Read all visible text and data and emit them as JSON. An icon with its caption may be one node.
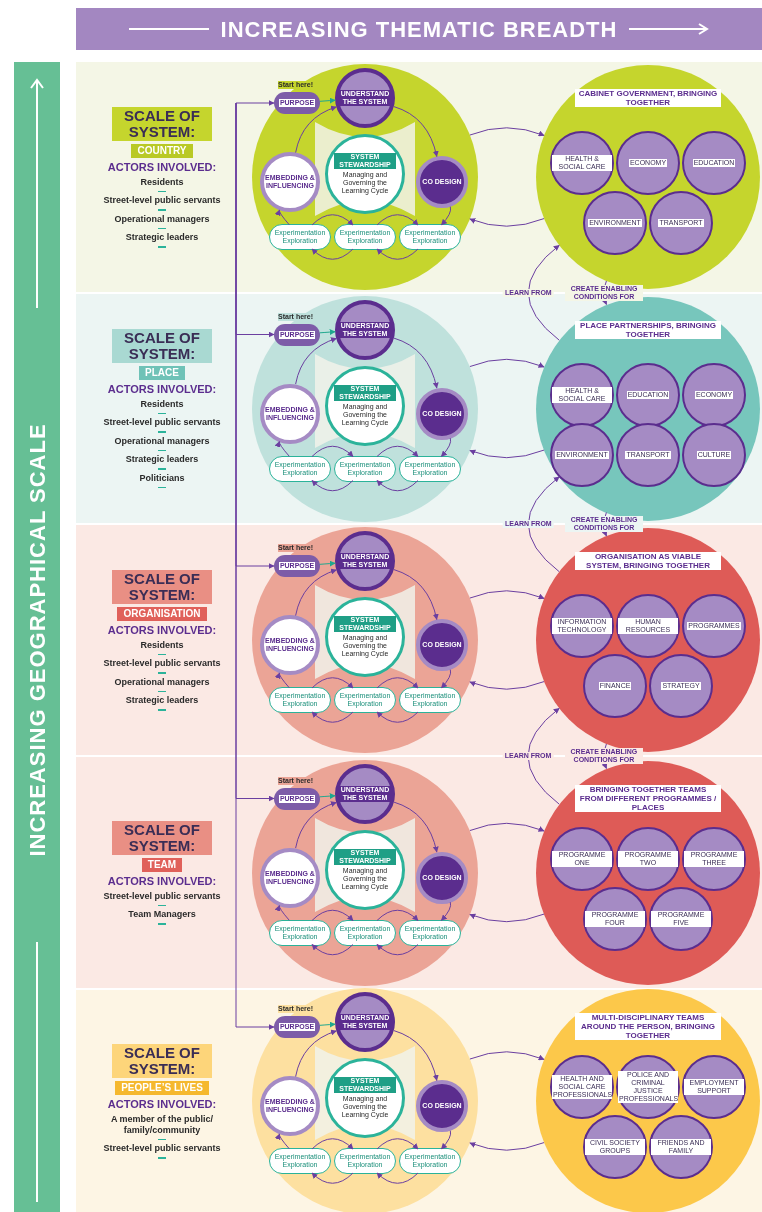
{
  "diagram": {
    "nodes": [
      {
        "text": [
          "SCALE OF SYSTEM:",
          "ACTORS INVOLVED:",
          "Residents",
          "Street-level public servants",
          "Operational managers",
          "Strategic leaders"
        ]
      },
      {
        "text": [
          "COUNTRY"
        ],
        "in": 0
      },
      {
        "text": [],
        "shape": "circle",
        "in": 0
      },
      {
        "text": [
          "PURPOSE"
        ],
        "in": 2,
        "beside": [
          "Start here!"
        ]
      },
      {
        "text": [
          "UNDERSTAND THE SYSTEM"
        ],
        "in": 2
      },
      {
        "text": [
          "EMBEDDING & INFLUENCING"
        ],
        "in": 2
      },
      {
        "text": [
          "SYSTEM STEWARDSHIP",
          "Managing and Governing the Learning Cycle"
        ],
        "in": 2
      },
      {
        "text": [
          "CO DESIGN"
        ],
        "in": 2
      },
      {
        "text": [
          "Experimentation Exploration"
        ],
        "in": 2
      },
      {
        "text": [
          "Experimentation Exploration"
        ],
        "in": 2
      },
      {
        "text": [
          "Experimentation Exploration"
        ],
        "in": 2
      },
      {
        "text": [
          "CABINET GOVERNMENT, BRINGING TOGETHER"
        ],
        "in": 0
      },
      {
        "text": [
          "HEALTH & SOCIAL CARE"
        ],
        "in": 11
      },
      {
        "text": [
          "ECONOMY"
        ],
        "in": 11
      },
      {
        "text": [
          "EDUCATION"
        ],
        "in": 11
      },
      {
        "text": [
          "ENVIRONMENT"
        ],
        "in": 11
      },
      {
        "text": [
          "TRANSPORT"
        ],
        "in": 11
      },
      {
        "text": [
          "SCALE OF SYSTEM:",
          "ACTORS INVOLVED:",
          "Residents",
          "Street-level public servants",
          "Operational managers",
          "Strategic leaders",
          "Politicians"
        ]
      },
      {
        "text": [
          "PLACE"
        ],
        "in": 17
      },
      {
        "text": [],
        "shape": "circle",
        "in": 17
      },
      {
        "text": [
          "PURPOSE"
        ],
        "in": 19,
        "beside": [
          "Start here!"
        ]
      },
      {
        "text": [
          "UNDERSTAND THE SYSTEM"
        ],
        "in": 19
      },
      {
        "text": [
          "EMBEDDING & INFLUENCING"
        ],
        "in": 19
      },
      {
        "text": [
          "SYSTEM STEWARDSHIP",
          "Managing and Governing the Learning Cycle"
        ],
        "in": 19
      },
      {
        "text": [
          "CO DESIGN"
        ],
        "in": 19
      },
      {
        "text": [
          "Experimentation Exploration"
        ],
        "in": 19
      },
      {
        "text": [
          "Experimentation Exploration"
        ],
        "in": 19
      },
      {
        "text": [
          "Experimentation Exploration"
        ],
        "in": 19
      },
      {
        "text": [
          "PLACE PARTNERSHIPS, BRINGING TOGETHER"
        ],
        "in": 17
      },
      {
        "text": [
          "HEALTH & SOCIAL CARE"
        ],
        "in": 28
      },
      {
        "text": [
          "EDUCATION"
        ],
        "in": 28
      },
      {
        "text": [
          "ECONOMY"
        ],
        "in": 28
      },
      {
        "text": [
          "ENVIRONMENT"
        ],
        "in": 28
      },
      {
        "text": [
          "TRANSPORT"
        ],
        "in": 28
      },
      {
        "text": [
          "CULTURE"
        ],
        "in": 28
      },
      {
        "text": [
          "SCALE OF SYSTEM:",
          "ACTORS INVOLVED:",
          "Residents",
          "Street-level public servants",
          "Operational managers",
          "Strategic leaders"
        ]
      },
      {
        "text": [
          "ORGANISATION"
        ],
        "in": 35
      },
      {
        "text": [],
        "shape": "circle",
        "in": 35
      },
      {
        "text": [
          "PURPOSE"
        ],
        "in": 37,
        "beside": [
          "Start here!"
        ]
      },
      {
        "text": [
          "UNDERSTAND THE SYSTEM"
        ],
        "in": 37
      },
      {
        "text": [
          "EMBEDDING & INFLUENCING"
        ],
        "in": 37
      },
      {
        "text": [
          "SYSTEM STEWARDSHIP",
          "Managing and Governing the Learning Cycle"
        ],
        "in": 37
      },
      {
        "text": [
          "CO DESIGN"
        ],
        "in": 37
      },
      {
        "text": [
          "Experimentation Exploration"
        ],
        "in": 37
      },
      {
        "text": [
          "Experimentation Exploration"
        ],
        "in": 37
      },
      {
        "text": [
          "Experimentation Exploration"
        ],
        "in": 37
      },
      {
        "text": [
          "ORGANISATION AS VIABLE SYSTEM, BRINGING TOGETHER"
        ],
        "in": 35
      },
      {
        "text": [
          "INFORMATION TECHNOLOGY"
        ],
        "in": 46
      },
      {
        "text": [
          "HUMAN RESOURCES"
        ],
        "in": 46
      },
      {
        "text": [
          "PROGRAMMES"
        ],
        "in": 46
      },
      {
        "text": [
          "FINANCE"
        ],
        "in": 46
      },
      {
        "text": [
          "STRATEGY"
        ],
        "in": 46
      },
      {
        "text": [
          "SCALE OF SYSTEM:",
          "ACTORS INVOLVED:",
          "Street-level public servants",
          "Team Managers"
        ]
      },
      {
        "text": [
          "TEAM"
        ],
        "in": 52
      },
      {
        "text": [],
        "shape": "circle",
        "in": 52
      },
      {
        "text": [
          "PURPOSE"
        ],
        "in": 54,
        "beside": [
          "Start here!"
        ]
      },
      {
        "text": [
          "UNDERSTAND THE SYSTEM"
        ],
        "in": 54
      },
      {
        "text": [
          "EMBEDDING & INFLUENCING"
        ],
        "in": 54
      },
      {
        "text": [
          "SYSTEM STEWARDSHIP",
          "Managing and Governing the Learning Cycle"
        ],
        "in": 54
      },
      {
        "text": [
          "CO DESIGN"
        ],
        "in": 54
      },
      {
        "text": [
          "Experimentation Exploration"
        ],
        "in": 54
      },
      {
        "text": [
          "Experimentation Exploration"
        ],
        "in": 54
      },
      {
        "text": [
          "Experimentation Exploration"
        ],
        "in": 54
      },
      {
        "text": [
          "BRINGING TOGETHER TEAMS FROM DIFFERENT PROGRAMMES / PLACES"
        ],
        "in": 52
      },
      {
        "text": [
          "PROGRAMME ONE"
        ],
        "in": 63
      },
      {
        "text": [
          "PROGRAMME TWO"
        ],
        "in": 63
      },
      {
        "text": [
          "PROGRAMME THREE"
        ],
        "in": 63
      },
      {
        "text": [
          "PROGRAMME FOUR"
        ],
        "in": 63
      },
      {
        "text": [
          "PROGRAMME FIVE"
        ],
        "in": 63
      },
      {
        "text": [
          "SCALE OF SYSTEM:",
          "ACTORS INVOLVED:",
          "A member of the public/ family/community",
          "Street-level public servants"
        ]
      },
      {
        "text": [
          "PEOPLE’S LIVES"
        ],
        "in": 69
      },
      {
        "text": [],
        "shape": "circle",
        "in": 69
      },
      {
        "text": [
          "PURPOSE"
        ],
        "in": 71,
        "beside": [
          "Start here!"
        ]
      },
      {
        "text": [
          "UNDERSTAND THE SYSTEM"
        ],
        "in": 71
      },
      {
        "text": [
          "EMBEDDING & INFLUENCING"
        ],
        "in": 71
      },
      {
        "text": [
          "SYSTEM STEWARDSHIP",
          "Managing and Governing the Learning Cycle"
        ],
        "in": 71
      },
      {
        "text": [
          "CO DESIGN"
        ],
        "in": 71
      },
      {
        "text": [
          "Experimentation Exploration"
        ],
        "in": 71
      },
      {
        "text": [
          "Experimentation Exploration"
        ],
        "in": 71
      },
      {
        "text": [
          "Experimentation Exploration"
        ],
        "in": 71
      },
      {
        "text": [
          "MULTI-DISCIPLINARY TEAMS AROUND THE PERSON, BRINGING TOGETHER"
        ],
        "in": 69
      },
      {
        "text": [
          "HEALTH AND SOCIAL CARE PROFESSIONALS"
        ],
        "in": 80
      },
      {
        "text": [
          "POLICE AND CRIMINAL JUSTICE PROFESSIONALS"
        ],
        "in": 80
      },
      {
        "text": [
          "EMPLOYMENT SUPPORT"
        ],
        "in": 80
      },
      {
        "text": [
          "CIVIL SOCIETY GROUPS"
        ],
        "in": 80
      },
      {
        "text": [
          "FRIENDS AND FAMILY"
        ],
        "in": 80
      }
    ],
    "edges": [
      {
        "from": null,
        "to": 3,
        "arrow": "to"
      },
      {
        "from": 3,
        "to": 4,
        "arrow": "to",
        "color": "#1fa88e"
      },
      {
        "from": 4,
        "to": 7,
        "arrow": "to"
      },
      {
        "from": 7,
        "to": 10,
        "arrow": "to"
      },
      {
        "from": 8,
        "to": 9,
        "arrow": "to"
      },
      {
        "from": 9,
        "to": 10,
        "arrow": "to"
      },
      {
        "from": 10,
        "to": 9,
        "arrow": "to"
      },
      {
        "from": 9,
        "to": 8,
        "arrow": "to"
      },
      {
        "from": 8,
        "to": 5,
        "arrow": "to"
      },
      {
        "from": 5,
        "to": 4,
        "arrow": "to"
      },
      {
        "from": 2,
        "to": 11,
        "arrow": "to"
      },
      {
        "from": 11,
        "to": 2,
        "arrow": "to"
      },
      {
        "from": null,
        "to": 20,
        "arrow": "to"
      },
      {
        "from": 20,
        "to": 21,
        "arrow": "to",
        "color": "#1fa88e"
      },
      {
        "from": 21,
        "to": 24,
        "arrow": "to"
      },
      {
        "from": 24,
        "to": 27,
        "arrow": "to"
      },
      {
        "from": 25,
        "to": 26,
        "arrow": "to"
      },
      {
        "from": 26,
        "to": 27,
        "arrow": "to"
      },
      {
        "from": 27,
        "to": 26,
        "arrow": "to"
      },
      {
        "from": 26,
        "to": 25,
        "arrow": "to"
      },
      {
        "from": 25,
        "to": 22,
        "arrow": "to"
      },
      {
        "from": 22,
        "to": 21,
        "arrow": "to"
      },
      {
        "from": 19,
        "to": 28,
        "arrow": "to"
      },
      {
        "from": 28,
        "to": 19,
        "arrow": "to"
      },
      {
        "from": null,
        "to": 38,
        "arrow": "to"
      },
      {
        "from": 38,
        "to": 39,
        "arrow": "to",
        "color": "#1fa88e"
      },
      {
        "from": 39,
        "to": 42,
        "arrow": "to"
      },
      {
        "from": 42,
        "to": 45,
        "arrow": "to"
      },
      {
        "from": 43,
        "to": 44,
        "arrow": "to"
      },
      {
        "from": 44,
        "to": 45,
        "arrow": "to"
      },
      {
        "from": 45,
        "to": 44,
        "arrow": "to"
      },
      {
        "from": 44,
        "to": 43,
        "arrow": "to"
      },
      {
        "from": 43,
        "to": 40,
        "arrow": "to"
      },
      {
        "from": 40,
        "to": 39,
        "arrow": "to"
      },
      {
        "from": 37,
        "to": 46,
        "arrow": "to"
      },
      {
        "from": 46,
        "to": 37,
        "arrow": "to"
      },
      {
        "from": null,
        "to": 55,
        "arrow": "to"
      },
      {
        "from": 55,
        "to": 56,
        "arrow": "to",
        "color": "#1fa88e"
      },
      {
        "from": 56,
        "to": 59,
        "arrow": "to"
      },
      {
        "from": 59,
        "to": 62,
        "arrow": "to"
      },
      {
        "from": 60,
        "to": 61,
        "arrow": "to"
      },
      {
        "from": 61,
        "to": 62,
        "arrow": "to"
      },
      {
        "from": 62,
        "to": 61,
        "arrow": "to"
      },
      {
        "from": 61,
        "to": 60,
        "arrow": "to"
      },
      {
        "from": 60,
        "to": 57,
        "arrow": "to"
      },
      {
        "from": 57,
        "to": 56,
        "arrow": "to"
      },
      {
        "from": 54,
        "to": 63,
        "arrow": "to"
      },
      {
        "from": 63,
        "to": 54,
        "arrow": "to"
      },
      {
        "from": null,
        "to": 72,
        "arrow": "to"
      },
      {
        "from": 72,
        "to": 73,
        "arrow": "to",
        "color": "#1fa88e"
      },
      {
        "from": 73,
        "to": 76,
        "arrow": "to"
      },
      {
        "from": 76,
        "to": 79,
        "arrow": "to"
      },
      {
        "from": 77,
        "to": 78,
        "arrow": "to"
      },
      {
        "from": 78,
        "to": 79,
        "arrow": "to"
      },
      {
        "from": 79,
        "to": 78,
        "arrow": "to"
      },
      {
        "from": 78,
        "to": 77,
        "arrow": "to"
      },
      {
        "from": 77,
        "to": 74,
        "arrow": "to"
      },
      {
        "from": 74,
        "to": 73,
        "arrow": "to"
      },
      {
        "from": 71,
        "to": 80,
        "arrow": "to"
      },
      {
        "from": 80,
        "to": 71,
        "arrow": "to"
      },
      {
        "from": 28,
        "to": 11,
        "arrow": "to",
        "label": "LEARN FROM"
      },
      {
        "from": 11,
        "to": 28,
        "arrow": "to",
        "label": "CREATE ENABLING CONDITIONS FOR"
      },
      {
        "from": 46,
        "to": 28,
        "arrow": "to",
        "label": "LEARN FROM"
      },
      {
        "from": 28,
        "to": 46,
        "arrow": "to",
        "label": "CREATE ENABLING CONDITIONS FOR"
      },
      {
        "from": 63,
        "to": 46,
        "arrow": "to",
        "label": "LEARN FROM"
      },
      {
        "from": 46,
        "to": 63,
        "arrow": "to",
        "label": "CREATE ENABLING CONDITIONS FOR"
      }
    ],
    "labels": [
      "INCREASING THEMATIC BREADTH",
      "INCREASING GEOGRAPHICAL SCALE"
    ]
  }
}
